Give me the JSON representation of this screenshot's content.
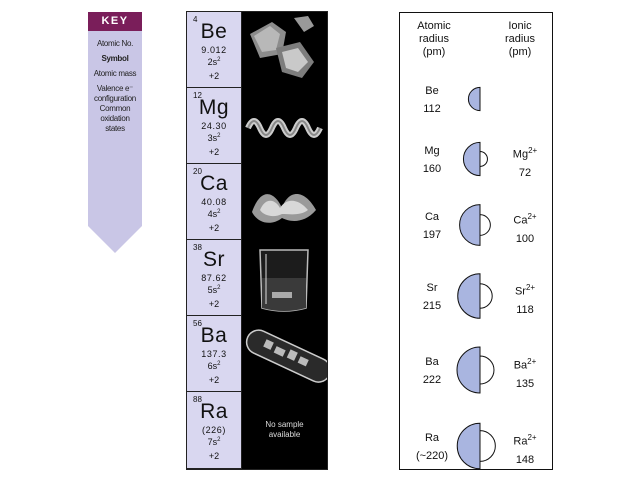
{
  "key": {
    "title": "KEY",
    "lines": [
      "Atomic No.",
      "Symbol",
      "Atomic mass",
      "Valence e⁻",
      "configuration",
      "Common",
      "oxidation",
      "states"
    ],
    "color_header": "#7a1e5a",
    "color_body": "#c9c6e6"
  },
  "elements": [
    {
      "number": "4",
      "symbol": "Be",
      "mass": "9.012",
      "config_base": "2s",
      "config_exp": "2",
      "oxidation": "+2",
      "photo": "beryllium-chunks"
    },
    {
      "number": "12",
      "symbol": "Mg",
      "mass": "24.30",
      "config_base": "3s",
      "config_exp": "2",
      "oxidation": "+2",
      "photo": "magnesium-ribbon"
    },
    {
      "number": "20",
      "symbol": "Ca",
      "mass": "40.08",
      "config_base": "4s",
      "config_exp": "2",
      "oxidation": "+2",
      "photo": "calcium-turnings"
    },
    {
      "number": "38",
      "symbol": "Sr",
      "mass": "87.62",
      "config_base": "5s",
      "config_exp": "2",
      "oxidation": "+2",
      "photo": "strontium-in-beaker"
    },
    {
      "number": "56",
      "symbol": "Ba",
      "mass": "137.3",
      "config_base": "6s",
      "config_exp": "2",
      "oxidation": "+2",
      "photo": "barium-in-tube"
    },
    {
      "number": "88",
      "symbol": "Ra",
      "mass": "(226)",
      "config_base": "7s",
      "config_exp": "2",
      "oxidation": "+2",
      "photo": "",
      "no_sample": "No sample available"
    }
  ],
  "radius_panel": {
    "atomic_header": [
      "Atomic",
      "radius",
      "(pm)"
    ],
    "ionic_header": [
      "Ionic",
      "radius",
      "(pm)"
    ],
    "fill_color": "#a9b5e0",
    "rows": [
      {
        "atom": "Be",
        "atomic_radius": "112",
        "atomic_value": 112,
        "ion": "",
        "ion_charge": "",
        "ionic_radius": "",
        "ionic_value": 0
      },
      {
        "atom": "Mg",
        "atomic_radius": "160",
        "atomic_value": 160,
        "ion": "Mg",
        "ion_charge": "2+",
        "ionic_radius": "72",
        "ionic_value": 72
      },
      {
        "atom": "Ca",
        "atomic_radius": "197",
        "atomic_value": 197,
        "ion": "Ca",
        "ion_charge": "2+",
        "ionic_radius": "100",
        "ionic_value": 100
      },
      {
        "atom": "Sr",
        "atomic_radius": "215",
        "atomic_value": 215,
        "ion": "Sr",
        "ion_charge": "2+",
        "ionic_radius": "118",
        "ionic_value": 118
      },
      {
        "atom": "Ba",
        "atomic_radius": "222",
        "atomic_value": 222,
        "ion": "Ba",
        "ion_charge": "2+",
        "ionic_radius": "135",
        "ionic_value": 135
      },
      {
        "atom": "Ra",
        "atomic_radius": "(~220)",
        "atomic_value": 220,
        "ion": "Ra",
        "ion_charge": "2+",
        "ionic_radius": "148",
        "ionic_value": 148
      }
    ]
  }
}
